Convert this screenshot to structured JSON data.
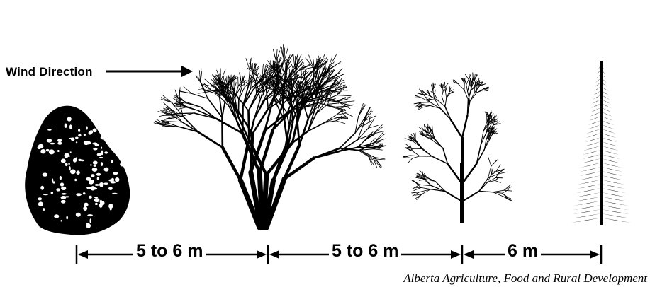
{
  "wind_label": "Wind Direction",
  "spacings": [
    {
      "label": "5 to 6 m"
    },
    {
      "label": "5 to 6 m"
    },
    {
      "label": "6 m"
    }
  ],
  "credit": "Alberta Agriculture, Food and Rural Development",
  "plants": [
    {
      "kind": "shrub",
      "icon": "shrub-icon"
    },
    {
      "kind": "deciduous-tree-large",
      "icon": "deciduous-tree-icon"
    },
    {
      "kind": "deciduous-tree-small",
      "icon": "deciduous-tree-icon"
    },
    {
      "kind": "conifer",
      "icon": "spruce-tree-icon"
    }
  ],
  "colors": {
    "ink": "#000000",
    "background": "#ffffff"
  }
}
